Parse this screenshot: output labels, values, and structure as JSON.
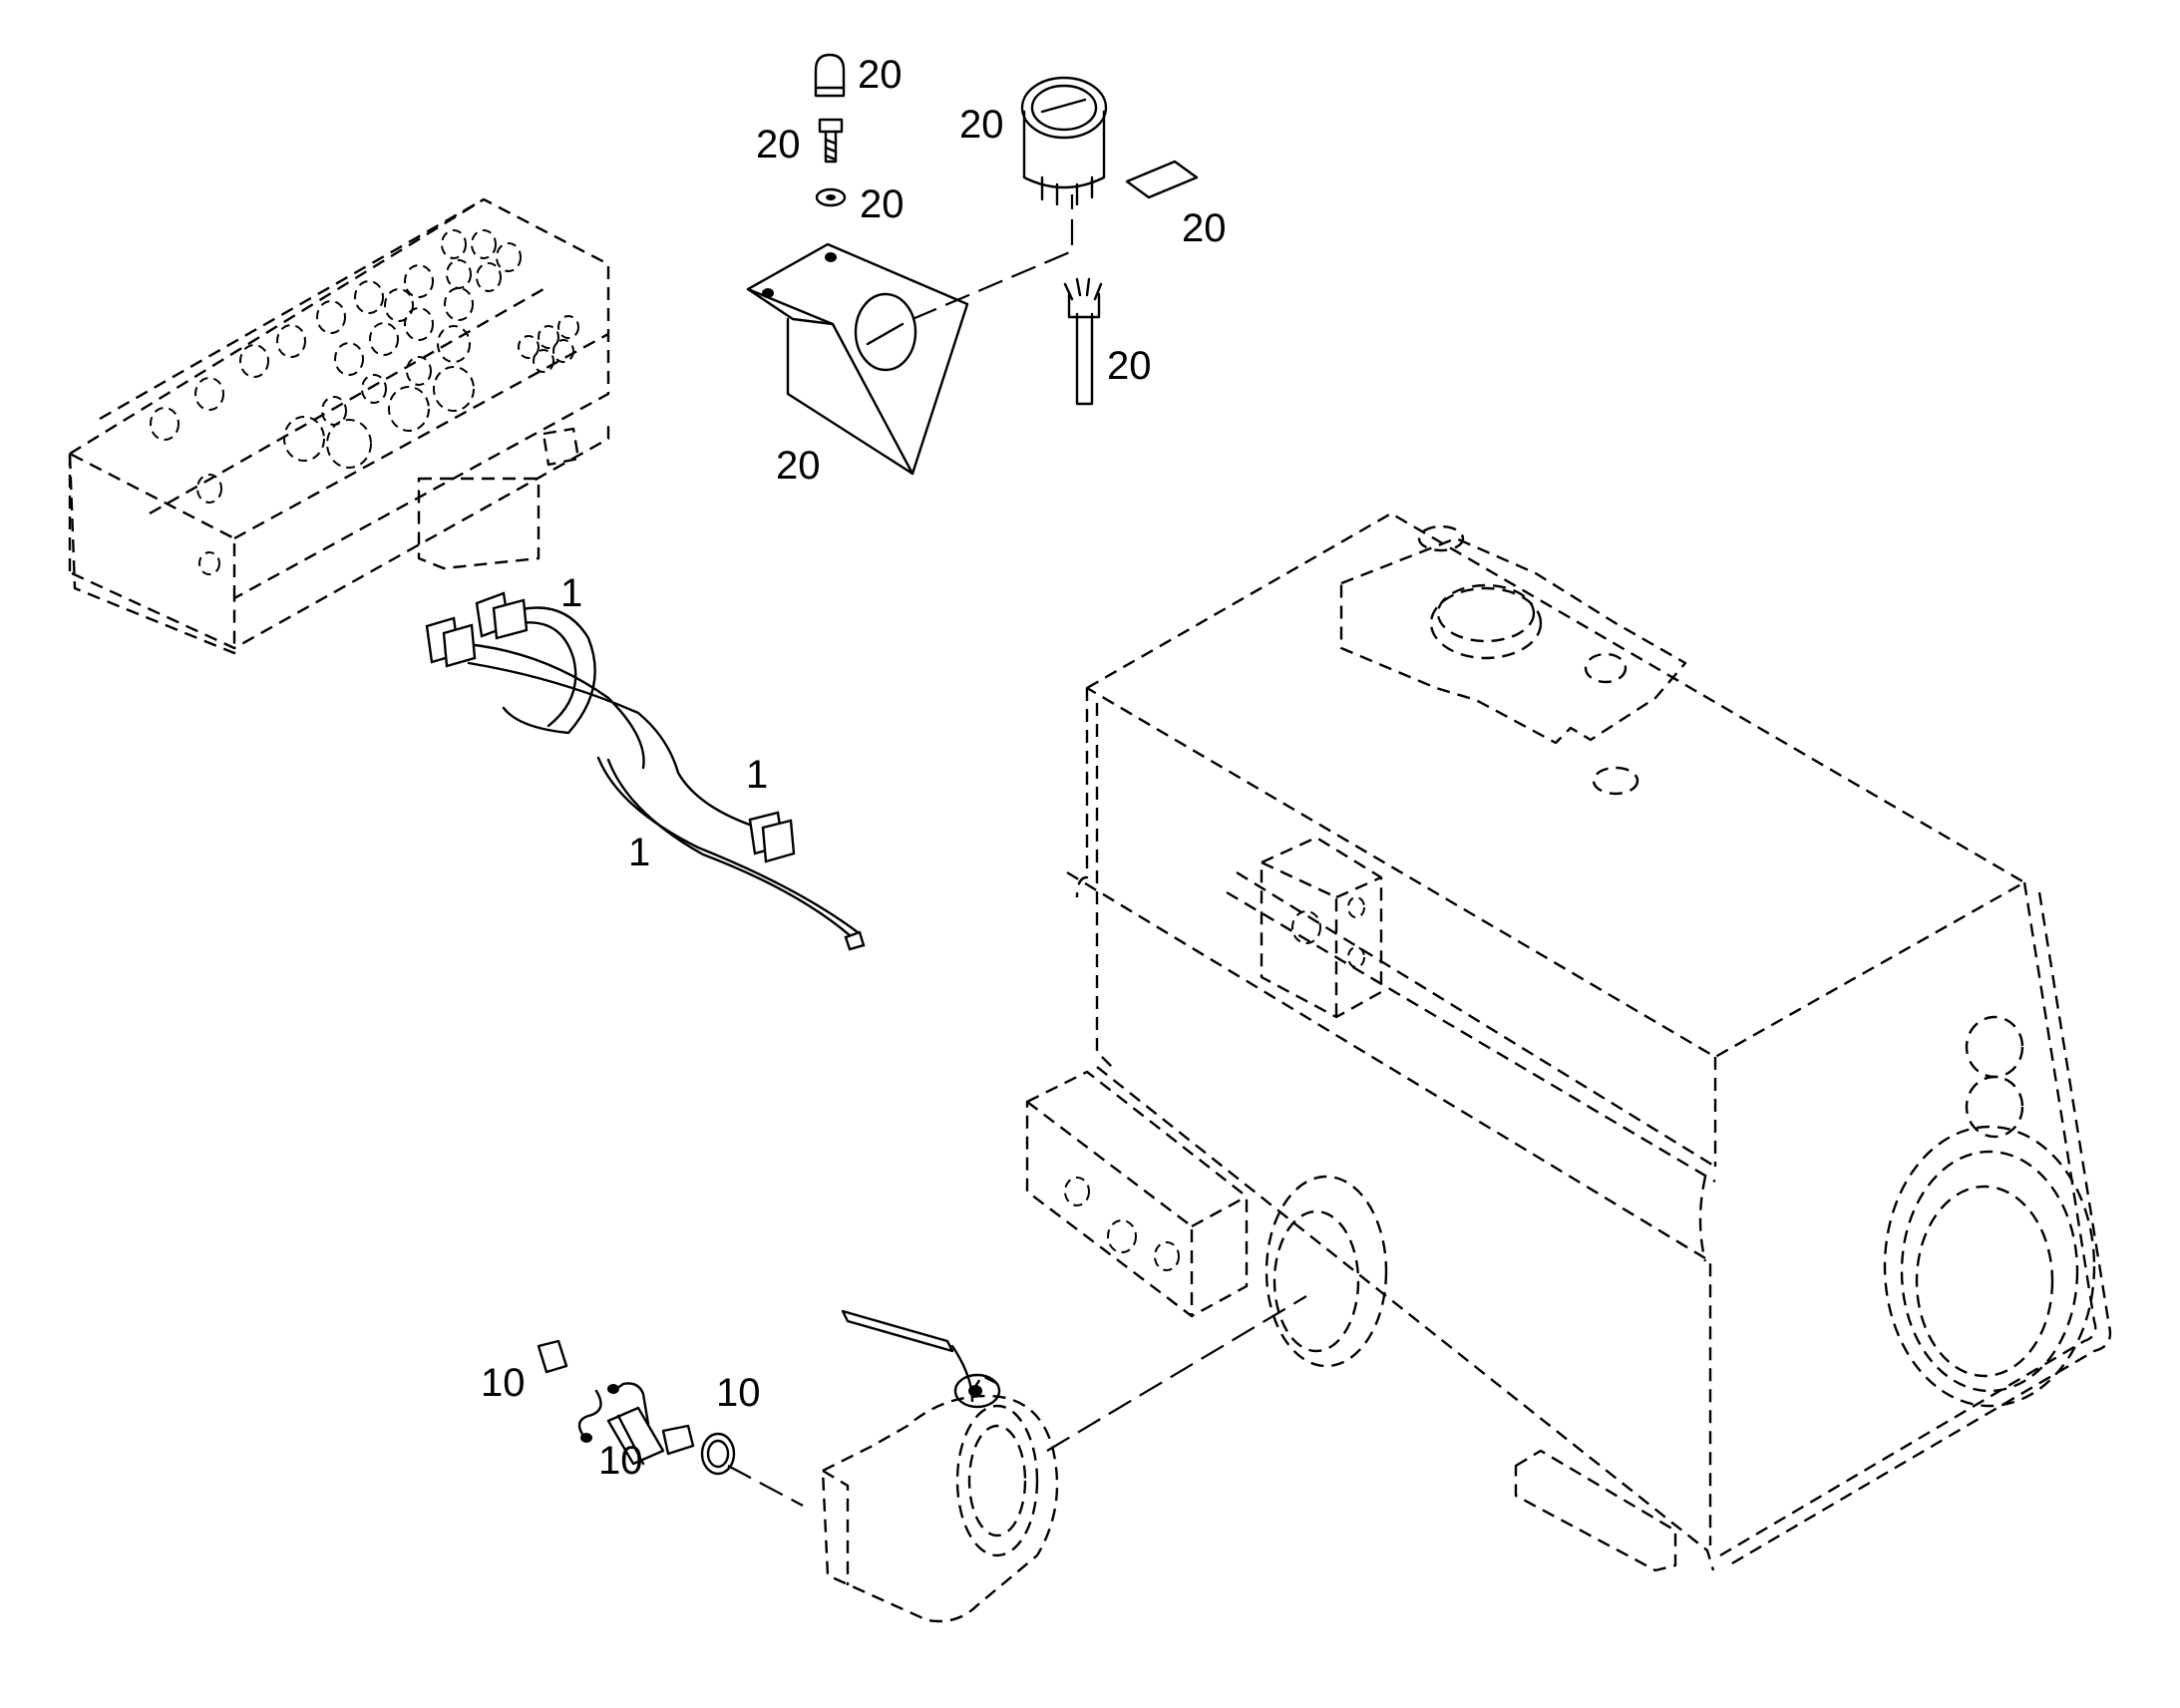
{
  "callouts": {
    "c20_cap": "20",
    "c20_bolt": "20",
    "c20_washer": "20",
    "c20_gauge": "20",
    "c20_label": "20",
    "c20_plug": "20",
    "c20_bracket": "20",
    "c1_top": "1",
    "c1_mid": "1",
    "c1_low": "1",
    "c10_wire": "10",
    "c10_ring": "10",
    "c10_sensor": "10"
  }
}
